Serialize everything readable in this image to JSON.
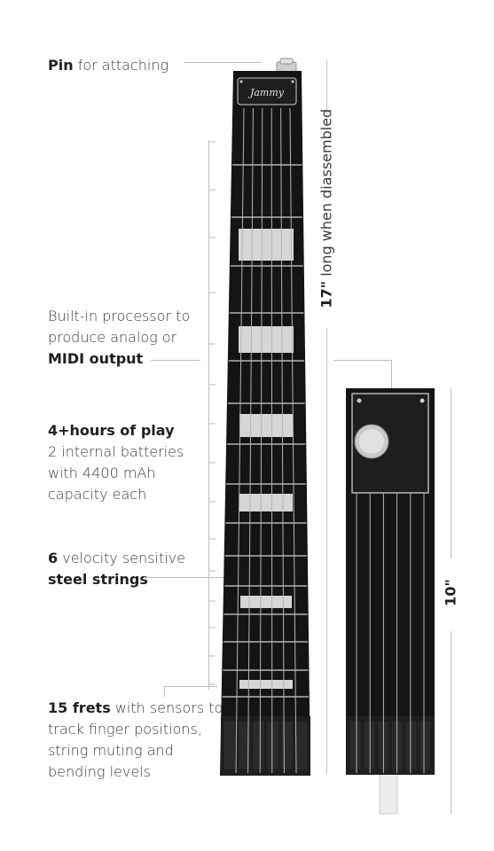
{
  "annotations": {
    "pin": {
      "bold": "Pin",
      "text": " for attaching"
    },
    "processor": {
      "line1": "Built-in processor to",
      "line2": "produce analog or",
      "bold": "MIDI output"
    },
    "battery": {
      "bold": "4+hours of play",
      "line1": "2 internal batteries",
      "line2": "with 4400 mAh",
      "line3": "capacity each"
    },
    "strings": {
      "bold1": "6",
      "text1": " velocity sensitive",
      "bold2": "steel strings"
    },
    "frets": {
      "bold": "15 frets",
      "text1": " with sensors to",
      "line2": "track finger positions,",
      "line3": "string muting and",
      "line4": "bending levels"
    }
  },
  "dimensions": {
    "long_bold": "17\"",
    "long_text": " long when diassembled",
    "short_bold": "10\""
  },
  "logo_text": "Jammy",
  "colors": {
    "body": "#141414",
    "fret": "#8a8a8a",
    "string": "#b5b5b5",
    "marker": "#d6d6d6",
    "line": "#bdbdbd"
  }
}
